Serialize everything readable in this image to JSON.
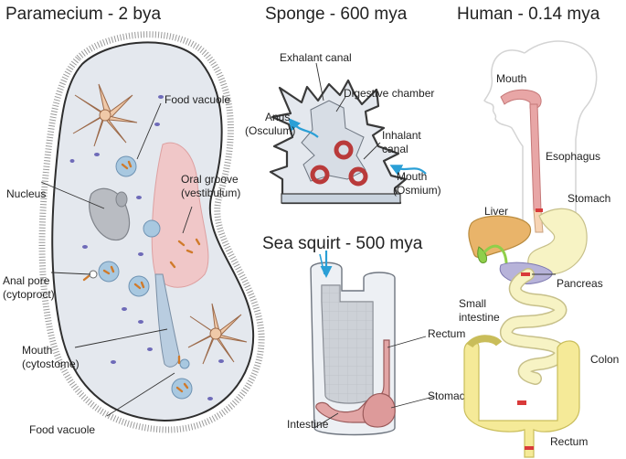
{
  "titles": {
    "paramecium": "Paramecium - 2 bya",
    "sponge": "Sponge - 600 mya",
    "human": "Human - 0.14 mya",
    "sea_squirt": "Sea squirt - 500 mya"
  },
  "paramecium": {
    "food_vacuole_top": "Food vacuole",
    "nucleus": "Nucleus",
    "oral_groove_1": "Oral groove",
    "oral_groove_2": "(vestibulum)",
    "anal_pore_1": "Anal pore",
    "anal_pore_2": "(cytoproct)",
    "mouth_1": "Mouth",
    "mouth_2": "(cytostome)",
    "food_vacuole_bottom": "Food vacuole"
  },
  "sponge": {
    "exhalant_canal": "Exhalant canal",
    "digestive_chamber": "Digestive chamber",
    "anus_1": "Anus",
    "anus_2": "(Osculum)",
    "inhalant_1": "Inhalant",
    "inhalant_2": "canal",
    "mouth_1": "Mouth",
    "mouth_2": "(Osmium)"
  },
  "sea_squirt": {
    "rectum": "Rectum",
    "stomach": "Stomach",
    "intestine": "Intestine"
  },
  "human": {
    "mouth": "Mouth",
    "esophagus": "Esophagus",
    "stomach": "Stomach",
    "liver": "Liver",
    "pancreas": "Pancreas",
    "small_intestine_1": "Small",
    "small_intestine_2": "intestine",
    "colon": "Colon",
    "rectum": "Rectum"
  },
  "colors": {
    "cell_fill": "#e4e8ee",
    "organ_pink": "#e8a6a6",
    "vacuole_blue": "#a8c8e0",
    "arrow_blue": "#2a9fd6",
    "ring_red": "#b93a3a",
    "stomach_yellow": "#f7f3c4",
    "liver_orange": "#e9b46a",
    "pancreas_purple": "#b7b3d9"
  }
}
